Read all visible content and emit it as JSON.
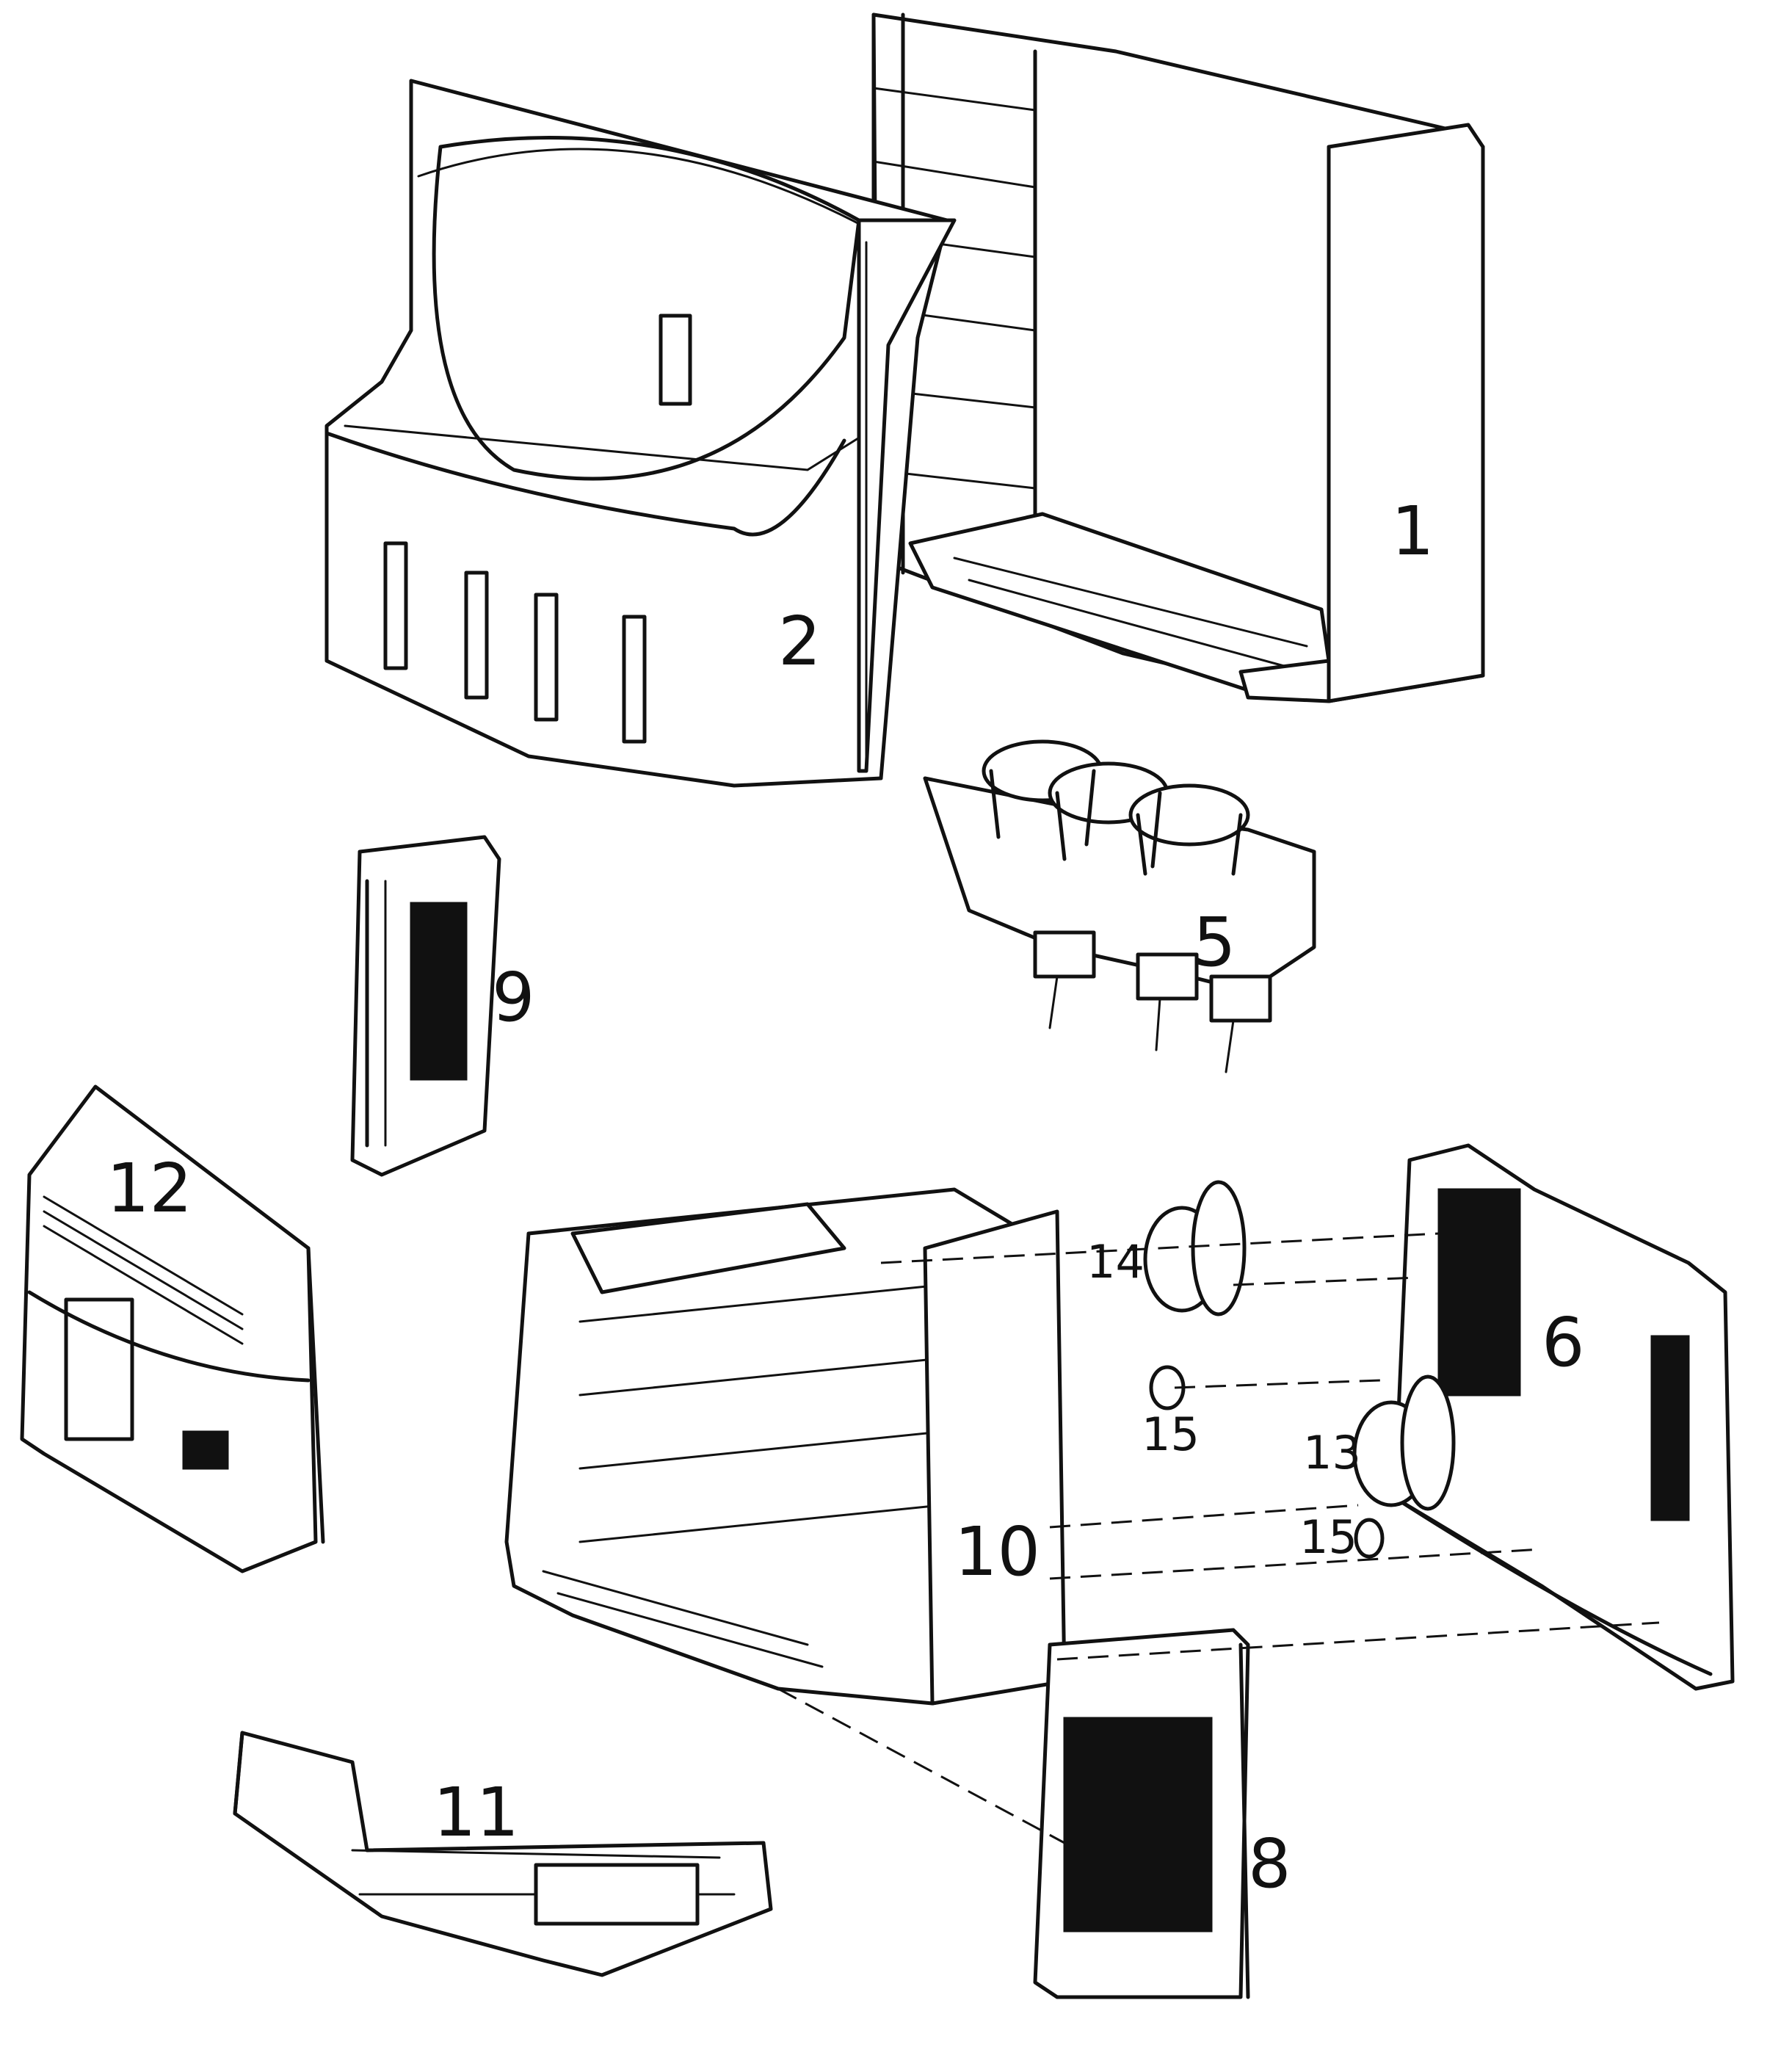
{
  "callouts": {
    "c1": "1",
    "c2": "2",
    "c5": "5",
    "c6": "6",
    "c8": "8",
    "c9": "9",
    "c10": "10",
    "c11": "11",
    "c12": "12",
    "c13": "13",
    "c14": "14",
    "c15a": "15",
    "c15b": "15"
  },
  "colors": {
    "ink": "#111111",
    "paper": "#ffffff"
  }
}
